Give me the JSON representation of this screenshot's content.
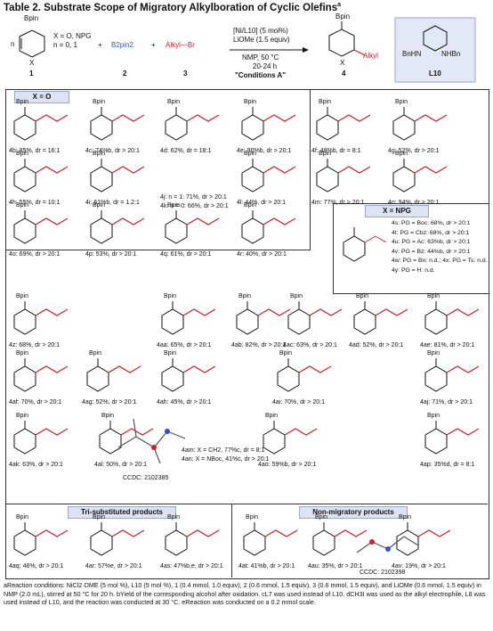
{
  "title": "Table 2. Substrate Scope of Migratory Alkylboration of Cyclic Olefins",
  "title_sup": "a",
  "scheme": {
    "reactant1_cond": [
      "X = O, NPG",
      "n = 0, 1"
    ],
    "reactant1_num": "1",
    "reagent2": "B2pin2",
    "reagent2_num": "2",
    "reagent3": "Alkyl—Br",
    "reagent3_num": "3",
    "plus": "+",
    "cond_top": [
      "[Ni/L10] (5 mol%)",
      "LiOMe (1.5 equiv)"
    ],
    "cond_bottom": [
      "NMP, 50 °C",
      "20-24 h",
      "\"Conditions A\""
    ],
    "product_num": "4",
    "ligand_num": "L10",
    "bpin": "Bpin",
    "alkyl": "Alkyl",
    "X": "X",
    "n": "n",
    "bnhn": "BnHN",
    "nhbn": "NHBn"
  },
  "sections": {
    "x_o": "X = O",
    "x_npg": "X = NPG",
    "tri": "Tri-substituted products",
    "nonmig": "Non-migratory products"
  },
  "npg_list": [
    "4s: PG = Boc: 68%, dr > 20:1",
    "4t: PG = Cbz: 68%, dr > 20:1",
    "4u: PG = Ac:  63%b, dr > 20:1",
    "4v: PG = Bz:  44%b, dr > 20:1",
    "4w: PG = Bn: n.d.; 4x: PG = Ts: n.d.",
    "4y: PG = H: n.d."
  ],
  "ccdc1": "CCDC: 2102385",
  "ccdc2": "CCDC: 2102398",
  "compounds": [
    {
      "id": "4b",
      "text": "4b: 85%, dr = 16:1"
    },
    {
      "id": "4c",
      "text": "4c: 74%b, dr > 20:1"
    },
    {
      "id": "4d",
      "text": "4d: 62%, dr = 18:1"
    },
    {
      "id": "4e",
      "text": "4e: 90%b, dr > 20:1"
    },
    {
      "id": "4f",
      "text": "4f: 48%b, dr = 8:1"
    },
    {
      "id": "4g",
      "text": "4g: 52%, dr > 20:1"
    },
    {
      "id": "4h",
      "text": "4h: 55%, dr = 10:1"
    },
    {
      "id": "4i",
      "text": "4i: 61%b, dr = 1.2:1"
    },
    {
      "id": "4j",
      "text": "4j: n = 1: 71%, dr > 20:1"
    },
    {
      "id": "4k",
      "text": "4k: n = 0: 66%, dr > 20:1"
    },
    {
      "id": "4l",
      "text": "4l: 44%, dr > 20:1"
    },
    {
      "id": "4m",
      "text": "4m: 77%, dr > 20:1"
    },
    {
      "id": "4n",
      "text": "4n: 94%, dr > 20:1"
    },
    {
      "id": "4o",
      "text": "4o: 69%, dr > 20:1"
    },
    {
      "id": "4p",
      "text": "4p: 53%, dr > 20:1"
    },
    {
      "id": "4q",
      "text": "4q: 61%, dr > 20:1"
    },
    {
      "id": "4r",
      "text": "4r: 40%, dr > 20:1"
    },
    {
      "id": "4z",
      "text": "4z: 68%, dr > 20:1"
    },
    {
      "id": "4aa",
      "text": "4aa: 65%, dr > 20:1"
    },
    {
      "id": "4ab",
      "text": "4ab: 82%, dr > 20:1"
    },
    {
      "id": "4ac",
      "text": "4ac: 63%, dr > 20:1"
    },
    {
      "id": "4ad",
      "text": "4ad: 52%, dr > 20:1"
    },
    {
      "id": "4ae",
      "text": "4ae: 81%, dr > 20:1"
    },
    {
      "id": "4af",
      "text": "4af: 70%, dr > 20:1"
    },
    {
      "id": "4ag",
      "text": "4ag: 52%, dr > 20:1"
    },
    {
      "id": "4ah",
      "text": "4ah: 45%, dr > 20:1"
    },
    {
      "id": "4ai",
      "text": "4ai: 70%, dr > 20:1"
    },
    {
      "id": "4aj",
      "text": "4aj: 71%, dr > 20:1"
    },
    {
      "id": "4ak",
      "text": "4ak: 63%, dr > 20:1"
    },
    {
      "id": "4al",
      "text": "4al: 50%, dr > 20:1"
    },
    {
      "id": "4am",
      "text": "4am: X = CH2, 77%c, dr = 8:1"
    },
    {
      "id": "4an",
      "text": "4an: X = NBoc, 41%c, dr > 20:1"
    },
    {
      "id": "4ao",
      "text": "4ao: 59%b, dr > 20:1"
    },
    {
      "id": "4ap",
      "text": "4ap: 35%d, dr = 8:1"
    },
    {
      "id": "4aq",
      "text": "4aq: 46%, dr > 20:1"
    },
    {
      "id": "4ar",
      "text": "4ar: 57%e, dr > 20:1"
    },
    {
      "id": "4as",
      "text": "4as: 47%b,e, dr > 20:1"
    },
    {
      "id": "4at",
      "text": "4at: 41%b, dr > 20:1"
    },
    {
      "id": "4au",
      "text": "4au: 35%, dr > 20:1"
    },
    {
      "id": "4av",
      "text": "4av: 19%, dr > 20:1"
    }
  ],
  "footnote": "aReaction conditions: NiCl2·DME (5 mol %), L10 (5 mol %), 1 (0.4 mmol, 1.0 equiv), 2 (0.6 mmol, 1.5 equiv), 3 (0.6 mmol, 1.5 equiv), and LiOMe (0.6 mmol, 1.5 equiv) in NMP (2.0 mL), stirred at 50 °C for 20 h. bYield of the corresponding alcohol after oxidation. cL7 was used instead of L10. dCH3I was used as the alkyl electrophile, L8 was used instead of L10, and the reaction was conducted at 30 °C. eReaction was conducted on a 0.2 mmol scale.",
  "colors": {
    "accent_red": "#d0202a",
    "section_fill": "#dde3f3",
    "border": "#333333"
  }
}
